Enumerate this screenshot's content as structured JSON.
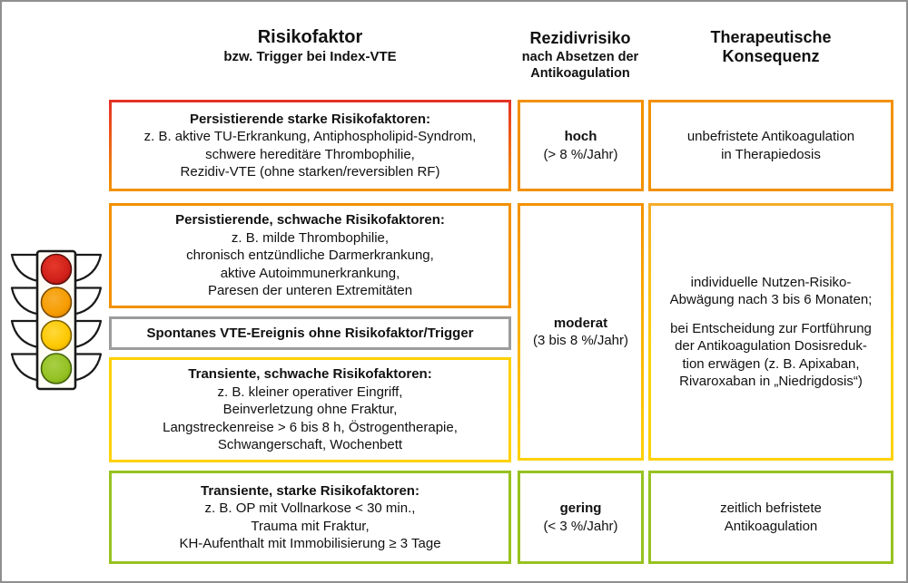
{
  "frame": {
    "border_color": "#8f8f8f",
    "background": "#ffffff"
  },
  "colors": {
    "red": "#e53125",
    "orange": "#f39200",
    "yellow": "#ffd103",
    "green": "#97c21f",
    "gray": "#9c9c9c",
    "text": "#111111"
  },
  "header": {
    "risk_factor_title": "Risikofaktor",
    "risk_factor_subtitle": "bzw. Trigger bei Index-VTE",
    "recurrence_title": "Rezidivrisiko",
    "recurrence_subtitle_line1": "nach Absetzen der",
    "recurrence_subtitle_line2": "Antikoagulation",
    "consequence_title_line1": "Therapeutische",
    "consequence_title_line2": "Konsequenz"
  },
  "traffic_light": {
    "lights": [
      "red",
      "orange",
      "yellow",
      "green"
    ],
    "light_colors": {
      "red": "#d0201a",
      "orange": "#f59c00",
      "yellow": "#fdc800",
      "green": "#94c122"
    }
  },
  "risk_boxes": [
    {
      "id": "persistent-strong",
      "border": "red-to-orange",
      "title": "Persistierende starke Risikofaktoren:",
      "lines": [
        "z. B. aktive TU-Erkrankung, Antiphospholipid-Syndrom,",
        "schwere hereditäre Thrombophilie,",
        "Rezidiv-VTE (ohne starken/reversiblen RF)"
      ]
    },
    {
      "id": "persistent-weak",
      "border": "orange",
      "title": "Persistierende, schwache Risikofaktoren:",
      "lines": [
        "z. B. milde Thrombophilie,",
        "chronisch entzündliche Darmerkrankung,",
        "aktive Autoimmunerkrankung,",
        "Paresen der unteren Extremitäten"
      ]
    },
    {
      "id": "spontaneous",
      "border": "gray",
      "title": "Spontanes VTE-Ereignis ohne Risikofaktor/Trigger",
      "lines": []
    },
    {
      "id": "transient-weak",
      "border": "yellow",
      "title": "Transiente, schwache Risikofaktoren:",
      "lines": [
        "z. B. kleiner operativer Eingriff,",
        "Beinverletzung ohne Fraktur,",
        "Langstreckenreise > 6 bis 8 h, Östrogentherapie,",
        "Schwangerschaft, Wochenbett"
      ]
    },
    {
      "id": "transient-strong",
      "border": "green",
      "title": "Transiente, starke Risikofaktoren:",
      "lines": [
        "z. B. OP mit Vollnarkose < 30 min.,",
        "Trauma mit Fraktur,",
        "KH-Aufenthalt mit Immobilisierung ≥ 3 Tage"
      ]
    }
  ],
  "risk_levels": [
    {
      "id": "high",
      "border": "orange",
      "label": "hoch",
      "value": "(> 8 %/Jahr)"
    },
    {
      "id": "moderate",
      "border": "orange-to-yellow",
      "label": "moderat",
      "value": "(3 bis 8 %/Jahr)"
    },
    {
      "id": "low",
      "border": "green",
      "label": "gering",
      "value": "(< 3 %/Jahr)"
    }
  ],
  "consequences": [
    {
      "id": "high",
      "border": "orange",
      "lines": [
        "unbefristete Antikoagulation",
        "in Therapiedosis"
      ]
    },
    {
      "id": "moderate",
      "border": "light-orange-to-yellow",
      "lines": [
        "individuelle Nutzen-Risiko-",
        "Abwägung nach 3 bis 6 Monaten;",
        "bei Entscheidung zur Fortführung",
        "der Antikoagulation Dosisreduk-",
        "tion erwägen (z. B. Apixaban,",
        "Rivaroxaban in „Niedrigdosis“)"
      ]
    },
    {
      "id": "low",
      "border": "green",
      "lines": [
        "zeitlich befristete",
        "Antikoagulation"
      ]
    }
  ]
}
